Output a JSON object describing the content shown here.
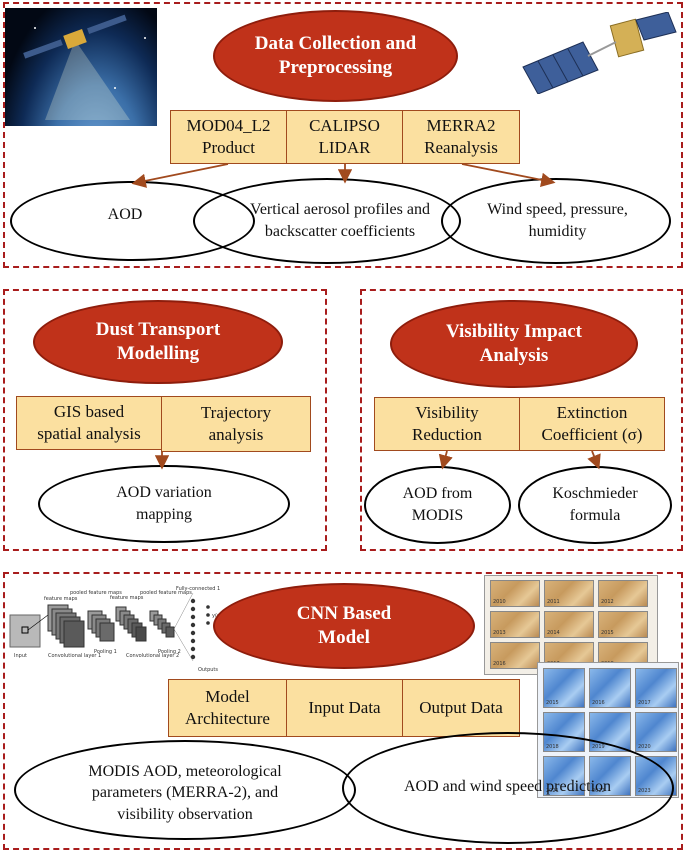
{
  "sections": {
    "data_collection": {
      "title": "Data Collection and Preprocessing",
      "sources": [
        "MOD04_L2 Product",
        "CALIPSO LIDAR",
        "MERRA2 Reanalysis"
      ],
      "outputs": [
        "AOD",
        "Vertical aerosol profiles and backscatter coefficients",
        "Wind speed, pressure, humidity"
      ]
    },
    "dust_transport": {
      "title": "Dust Transport Modelling",
      "methods": [
        "GIS based spatial analysis",
        "Trajectory analysis"
      ],
      "output": "AOD variation mapping"
    },
    "visibility": {
      "title": "Visibility Impact Analysis",
      "methods": [
        "Visibility Reduction",
        "Extinction Coefficient (σ)"
      ],
      "outputs": [
        "AOD from MODIS",
        "Koschmieder formula"
      ]
    },
    "cnn": {
      "title": "CNN Based Model",
      "components": [
        "Model Architecture",
        "Input Data",
        "Output Data"
      ],
      "outputs": [
        "MODIS AOD, meteorological parameters (MERRA-2), and visibility observation",
        "AOD and wind speed prediction"
      ],
      "diagram_labels": {
        "input": "Input",
        "feature_maps_1": "feature maps",
        "pooled_1": "pooled feature maps",
        "feature_maps_2": "feature maps",
        "pooled_2": "pooled feature maps",
        "conv1": "Convolutional layer 1",
        "pool1": "Pooling 1",
        "conv2": "Convolutional layer 2",
        "pool2": "Pooling 2",
        "fc": "Fully-connected 1",
        "outputs": "Outputs",
        "yx": "y(x)"
      },
      "thumb_labels_tan": [
        "2010",
        "2011",
        "2012",
        "2013",
        "2014",
        "2015",
        "2016",
        "2017",
        "2018"
      ],
      "thumb_labels_blue": [
        "2015",
        "2016",
        "2017",
        "2018",
        "2019",
        "2020",
        "2021",
        "2022",
        "2023"
      ]
    }
  },
  "colors": {
    "dash_border": "#a81c1c",
    "header_oval": "#c0321a",
    "box_fill": "#fbe0a0",
    "arrow": "#a14a1e"
  }
}
